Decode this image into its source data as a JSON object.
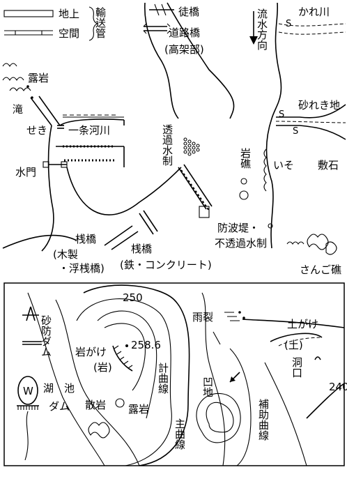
{
  "top": {
    "legend": {
      "above_ground": "地上",
      "underground": "空間",
      "transport_pipe": "輸送管"
    },
    "labels": {
      "exposed_rock": "露岩",
      "waterfall": "滝",
      "weir": "せき",
      "river_name": "一条河川",
      "sluice_gate": "水門",
      "footbridge": "徒橋",
      "road_bridge": "道路橋",
      "road_bridge_elevated": "(高架部)",
      "flow_direction": "流水方向",
      "dry_river": "かれ川",
      "gravel_land": "砂れき地",
      "permeable_groyne": "透過水制",
      "reef": "岩礁",
      "rocky_shore": "いそ",
      "paving_stone": "敷石",
      "breakwater": "防波堤・不透過水制",
      "coral": "さんご礁",
      "pier": "桟橋",
      "pier_wood": "(木製",
      "pier_floating": "・浮桟橋)",
      "pier2": "桟橋",
      "pier_iron": "(鉄・コンクリート)",
      "s_mark": "S"
    }
  },
  "bottom": {
    "labels": {
      "erosion_dam": "砂防ダム",
      "cliff": "岩がけ",
      "rock_paren": "(岩)",
      "elevation_point": "258.6",
      "contour_250": "250",
      "rain_gully": "雨裂",
      "earth_cliff": "土がけ",
      "earth_paren": "(土)",
      "cave": "洞口",
      "lake": "湖",
      "pond": "池",
      "dam": "ダム",
      "depression": "凹地",
      "index_contour": "計曲線",
      "scattered_rock": "散岩",
      "exposed_rock": "露岩",
      "main_contour": "主曲線",
      "aux_contour": "補助曲線",
      "contour_240": "240",
      "w_mark": "W"
    }
  }
}
